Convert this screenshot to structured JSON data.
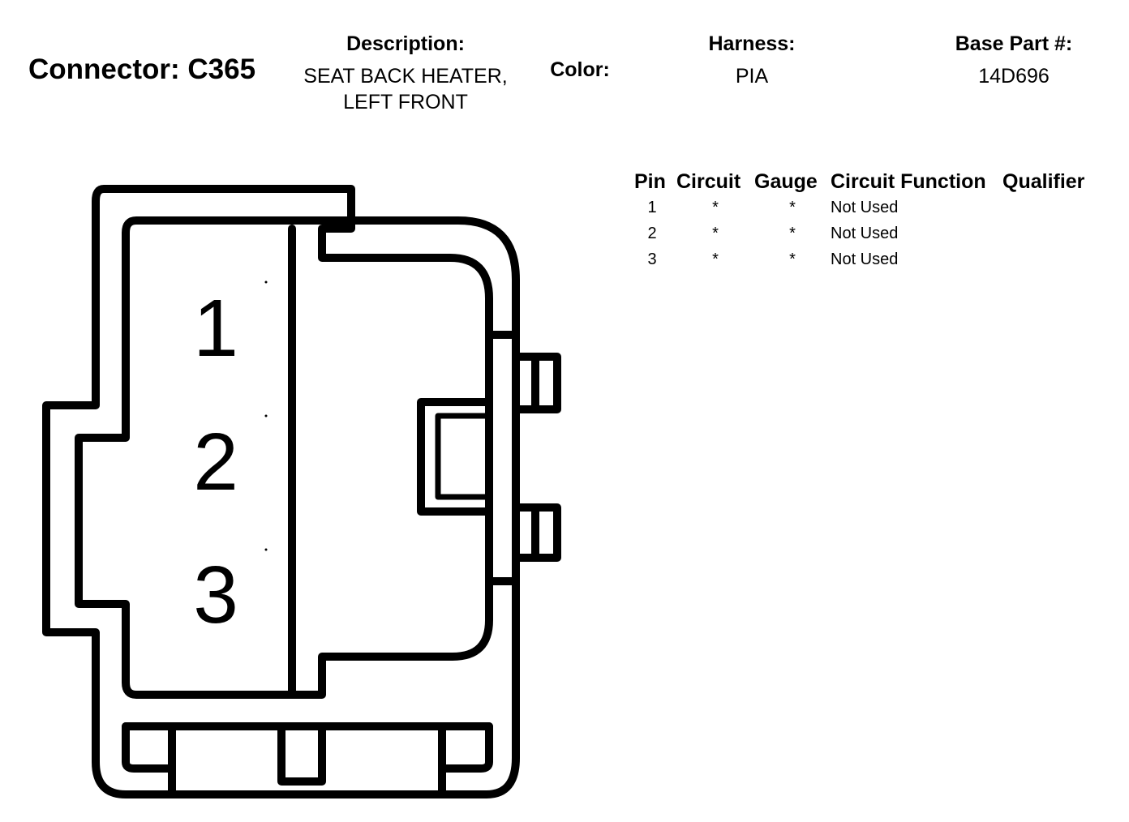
{
  "connector": {
    "label": "Connector: C365"
  },
  "description": {
    "label": "Description:",
    "line1": "SEAT BACK HEATER,",
    "line2": "LEFT FRONT"
  },
  "color": {
    "label": "Color:"
  },
  "harness": {
    "label": "Harness:",
    "value": "PIA"
  },
  "base_part": {
    "label": "Base Part #:",
    "value": "14D696"
  },
  "table": {
    "headers": [
      "Pin",
      "Circuit",
      "Gauge",
      "Circuit Function",
      "Qualifier"
    ],
    "rows": [
      {
        "pin": "1",
        "circuit": "*",
        "gauge": "*",
        "function": "Not Used",
        "qualifier": ""
      },
      {
        "pin": "2",
        "circuit": "*",
        "gauge": "*",
        "function": "Not Used",
        "qualifier": ""
      },
      {
        "pin": "3",
        "circuit": "*",
        "gauge": "*",
        "function": "Not Used",
        "qualifier": ""
      }
    ]
  },
  "diagram": {
    "pin_labels": [
      "1",
      "2",
      "3"
    ]
  }
}
